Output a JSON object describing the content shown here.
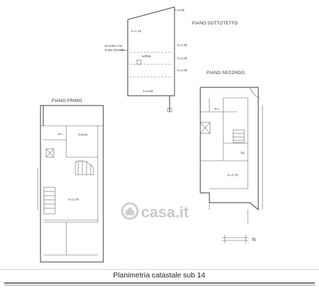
{
  "sheet": {
    "caption": "Planimetria catastale sub 14",
    "watermark": "casa.it"
  },
  "sottotetto": {
    "title": "PIANO SOTTOTETTO",
    "heights": [
      "h=0.66",
      "h=1.10",
      "h=1.50",
      "h=2.00",
      "h=1.50",
      "h=0.80"
    ],
    "room": "soffitta",
    "note_1": "accesso con",
    "note_2": "scala retrattile"
  },
  "primo": {
    "title": "PIANO PRIMO",
    "wc": "w.c.",
    "kitchen": "cucina",
    "height": "H=2.70"
  },
  "secondo": {
    "title": "PIANO SECONDO",
    "wc": "w.c.",
    "rip": "rip.",
    "height": "H=2.70"
  },
  "compass": {
    "north": "N"
  }
}
